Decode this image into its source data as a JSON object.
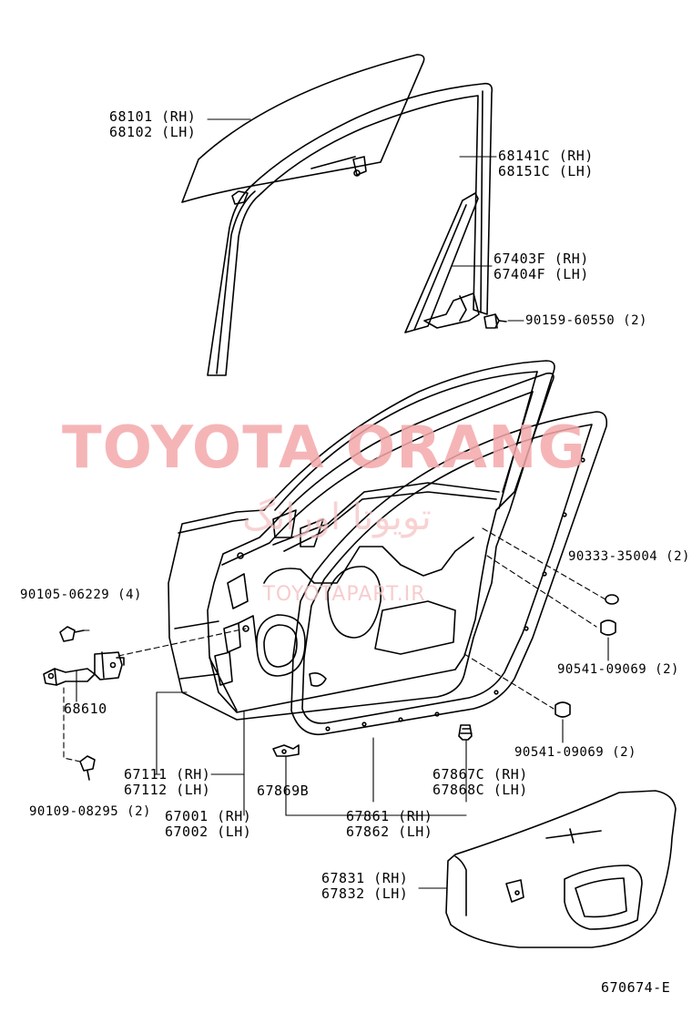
{
  "watermark": {
    "brand": "TOYOTA ORANG",
    "persian": "تويوتا اورانگ",
    "site": "TOYOTAPART.IR",
    "color": "#f4a9ab"
  },
  "labels": {
    "glass": [
      "68101 (RH)",
      "68102 (LH)"
    ],
    "run_channel": [
      "68141C (RH)",
      "68151C (LH)"
    ],
    "rear_channel": [
      "67403F (RH)",
      "67404F (LH)"
    ],
    "bolt_a": "90159-60550 (2)",
    "plug_a": "90333-35004 (2)",
    "plug_b": "90541-09069 (2)",
    "plug_c": "90541-09069 (2)",
    "bolt_hinge": "90105-06229 (4)",
    "hinge": "68610",
    "bolt_check": "90109-08295 (2)",
    "weatherstrip_door": [
      "67111 (RH)",
      "67112 (LH)"
    ],
    "door_panel": [
      "67001 (RH)",
      "67002 (LH)"
    ],
    "clip_b": "67869B",
    "weatherstrip_body": [
      "67861 (RH)",
      "67862 (LH)"
    ],
    "clip_c": [
      "67867C (RH)",
      "67868C (LH)"
    ],
    "service_cover": [
      "67831 (RH)",
      "67832 (LH)"
    ],
    "diagram_code": "670674-E"
  }
}
